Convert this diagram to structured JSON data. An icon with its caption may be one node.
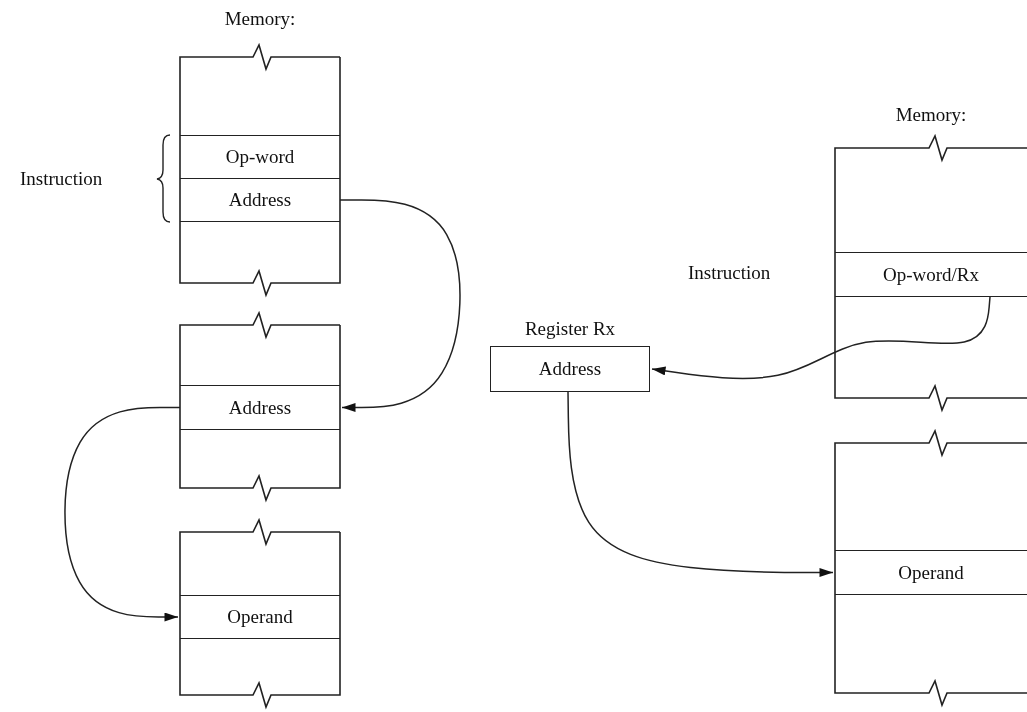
{
  "diagram": {
    "nodes": [
      {
        "text": [
          "Memory:"
        ]
      },
      {
        "text": [
          "Op-word"
        ],
        "in": 0
      },
      {
        "text": [
          "Address"
        ],
        "in": 0
      },
      {
        "text": [],
        "shape": "box"
      },
      {
        "text": [
          "Address"
        ],
        "in": 3
      },
      {
        "text": [],
        "shape": "box"
      },
      {
        "text": [
          "Operand"
        ],
        "in": 5
      },
      {
        "text": [
          "Memory:"
        ]
      },
      {
        "text": [
          "Op-word/Rx"
        ],
        "in": 7,
        "beside": [
          "Instruction"
        ]
      },
      {
        "text": [
          "Register Rx",
          "Address"
        ]
      },
      {
        "text": [],
        "shape": "box"
      },
      {
        "text": [
          "Operand"
        ],
        "in": 10
      }
    ],
    "edges": [
      {
        "from": 2,
        "to": 4,
        "arrow": "to"
      },
      {
        "from": 4,
        "to": 6,
        "arrow": "to"
      },
      {
        "from": 8,
        "to": 9,
        "arrow": "to"
      },
      {
        "from": 9,
        "to": 11,
        "arrow": "to"
      }
    ],
    "labels": [
      "Instruction"
    ]
  }
}
